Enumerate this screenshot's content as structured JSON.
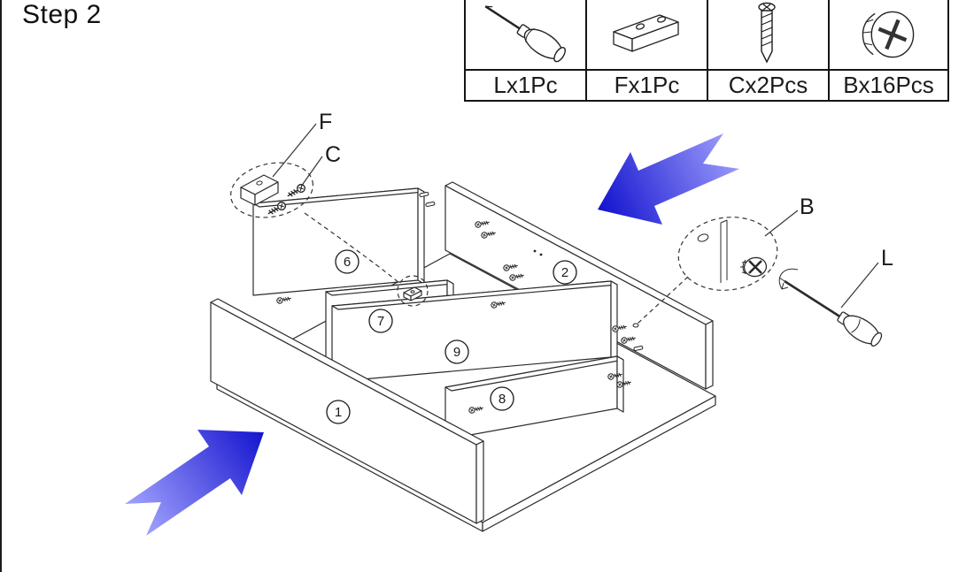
{
  "page": {
    "title": "Step 2"
  },
  "parts_table": {
    "items": [
      {
        "label": "Lx1Pc",
        "icon": "screwdriver-icon"
      },
      {
        "label": "Fx1Pc",
        "icon": "connector-block-icon"
      },
      {
        "label": "Cx2Pcs",
        "icon": "screw-icon"
      },
      {
        "label": "Bx16Pcs",
        "icon": "cam-bolt-icon"
      }
    ]
  },
  "diagram": {
    "panels": [
      {
        "num": "1"
      },
      {
        "num": "2"
      },
      {
        "num": "6"
      },
      {
        "num": "7"
      },
      {
        "num": "8"
      },
      {
        "num": "9"
      }
    ],
    "callouts": [
      {
        "label": "F"
      },
      {
        "label": "C"
      },
      {
        "label": "B"
      },
      {
        "label": "L"
      }
    ],
    "arrow_colors": {
      "dark": "#1414cf",
      "light": "#a6a6ff"
    }
  }
}
